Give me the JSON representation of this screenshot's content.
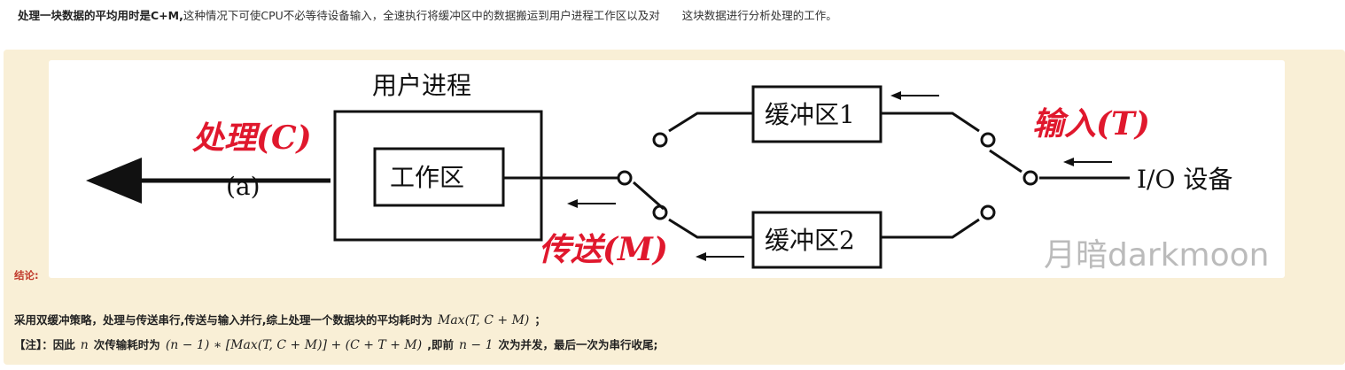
{
  "intro": {
    "bold": "处理一块数据的平均用时是C+M,",
    "rest": "这种情况下可使CPU不必等待设备输入，全速执行将缓冲区中的数据搬运到用户进程工作区以及对　　这块数据进行分析处理的工作。"
  },
  "diagram": {
    "user_process": "用户进程",
    "work_area": "工作区",
    "label_a": "(a)",
    "buffer1": "缓冲区1",
    "buffer2": "缓冲区2",
    "io_device": "I/O 设备",
    "process_label": "处理(C)",
    "input_label": "输入(T)",
    "transfer_label": "传送(M)",
    "watermark": "月暗darkmoon",
    "annotation_color": "#e0182d"
  },
  "conclusion_label": "结论:",
  "line1": {
    "text": "采用双缓冲策略，处理与传送串行,传送与输入并行,综上处理一个数据块的平均耗时为",
    "formula": "Max(T, C + M)",
    "end": "；"
  },
  "line2": {
    "prefix": "【注】：因此",
    "n": "n",
    "mid": "次传输耗时为",
    "formula": "(n − 1) ∗ [Max(T, C + M)] + (C + T + M)",
    "mid2": ",即前",
    "n1": "n − 1",
    "end": "次为并发，最后一次为串行收尾;"
  }
}
